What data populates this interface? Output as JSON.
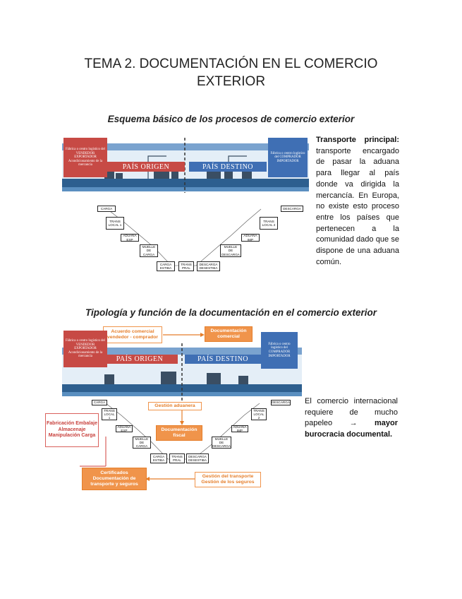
{
  "title_line1": "TEMA 2. DOCUMENTACIÓN EN EL COMERCIO",
  "title_line2": "EXTERIOR",
  "section1": {
    "heading": "Esquema básico de los procesos de comercio exterior",
    "side_bold": "Transporte principal:",
    "side_text": "transporte encargado de pasar la aduana para llegar al país donde va dirigida la mercancía. En Europa, no existe esto proceso entre los países que pertenecen a la comunidad dado que se dispone de una aduana común."
  },
  "section2": {
    "heading": "Tipología y función de la documentación en el comercio exterior",
    "side_text": "El comercio internacional requiere de mucho papeleo",
    "side_arrow": "→",
    "side_bold": "mayor burocracia documental."
  },
  "diagram": {
    "exporter_box": "Fábrica o centro logístico del VENDEDOR EXPORTADOR Acondicionamiento de la mercancía",
    "importer_box": "Fábrica o centro logístico del COMPRADOR IMPORTADOR",
    "pais_origen": "PAÍS ORIGEN",
    "pais_destino": "PAÍS DESTINO",
    "steps": {
      "carga": "CARGA",
      "trans_local_1": "TRANS LOCAL 1",
      "aduana_exp": "ADUANA EXP",
      "muelle_carga": "MUELLE DE CARGA",
      "carga_estiba": "CARGA ESTIBA",
      "trans_pral": "TRANS PRAL",
      "descarga_desestiba": "DESCARGA DESESTIBA",
      "muelle_descarga": "MUELLE DE DESCARGA",
      "aduana_imp": "ADUANA IMP",
      "trans_local_2": "TRANS LOCAL 2",
      "descarga": "DESCARGA"
    }
  },
  "docs": {
    "acuerdo": "Acuerdo comercial vendedor - comprador",
    "doc_comercial": "Documentación comercial",
    "gestion_aduanera": "Gestión aduanera",
    "doc_fiscal": "Documentación fiscal",
    "fabricacion": "Fabricación Embalaje Almacenaje Manipulación Carga",
    "certificados": "Certificados Documentación de transporte y seguros",
    "gestion_transporte": "Gestión del transporte Gestión de los seguros"
  },
  "colors": {
    "exporter": "#c74a45",
    "importer": "#3f6fb4",
    "orange": "#f0944b",
    "sky": "#dbe8f4"
  }
}
